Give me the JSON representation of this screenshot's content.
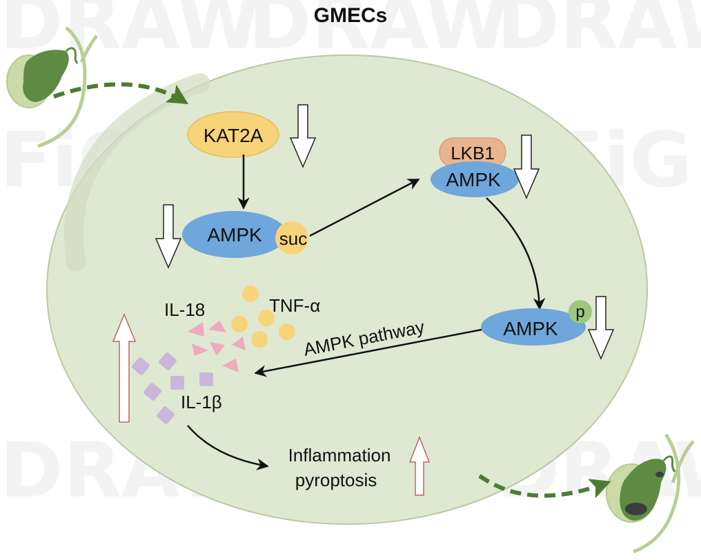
{
  "title": "GMECs",
  "watermark": [
    "FiG",
    "DRAW"
  ],
  "nodes": {
    "kat2a": "KAT2A",
    "ampk_suc": "AMPK",
    "suc": "suc",
    "lkb1": "LKB1",
    "ampk_lkb1": "AMPK",
    "ampk_p": "AMPK",
    "p": "p"
  },
  "cytokines": {
    "il18": "IL-18",
    "tnfa": "TNF-α",
    "il1b": "IL-1β"
  },
  "edges": {
    "ampk_pathway": "AMPK pathway"
  },
  "outcome": {
    "line1": "Inflammation",
    "line2": "pyroptosis"
  },
  "regulation": {
    "kat2a": "down",
    "ampk_suc": "down",
    "ampk_lkb1": "down",
    "ampk_p": "down",
    "cytokines": "up",
    "outcome": "up"
  },
  "colors": {
    "cell_fill": "#dfe8d0",
    "cell_stroke": "#b9c9a3",
    "yellow": "#f7d479",
    "blue": "#6fa6db",
    "lkb1": "#e8b48e",
    "p_green": "#9cc77f",
    "pink": "#f0a9bd",
    "purple": "#c9b6dc",
    "dash_green": "#4f7a34",
    "up_arrow_stroke": "#b56a5a"
  }
}
